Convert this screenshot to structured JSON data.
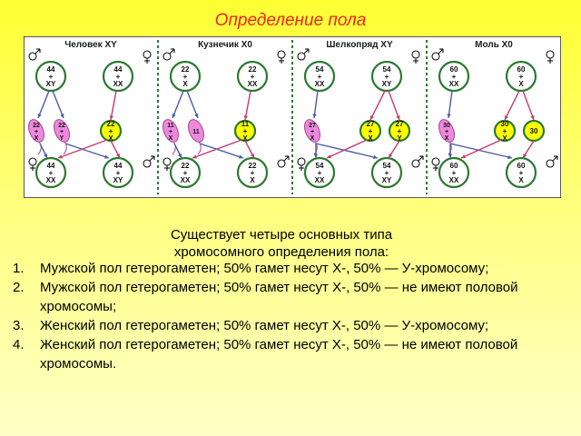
{
  "slide": {
    "title": "Определение пола"
  },
  "colors": {
    "title": "#e8261c",
    "panel_bg": "#ffffff",
    "sperm": "#ee88dd",
    "egg": "#ffff00",
    "cell_border": "#2b7a30",
    "male_arrow": "#4a5ba8",
    "female_arrow": "#c83a6a"
  },
  "diagram": {
    "panels": [
      {
        "title": "Человек XY",
        "parents": [
          "44\n+\nXY",
          "44\n+\nXX"
        ],
        "sperm": [
          "22\n+\nX",
          "22\n+\nY"
        ],
        "egg": "22\n+\nX",
        "offspring": [
          "44\n+\nXX",
          "44\n+\nXY"
        ]
      },
      {
        "title": "Кузнечик X0",
        "parents": [
          "22\n+\nX",
          "22\n+\nXX"
        ],
        "sperm": [
          "11\n+\nX",
          "11"
        ],
        "egg": "11\n+\nX",
        "offspring": [
          "22\n+\nXX",
          "22\n+\nX"
        ]
      },
      {
        "title": "Шелкопряд XY",
        "parents": [
          "54\n+\nXX",
          "54\n+\nXY"
        ],
        "sperm": [
          "27\n+\nX"
        ],
        "egg": [
          "27\n+\nX",
          "27\n+\nY"
        ],
        "offspring": [
          "54\n+\nXX",
          "54\n+\nXY"
        ]
      },
      {
        "title": "Моль X0",
        "parents": [
          "60\n+\nXX",
          "60\n+\nX"
        ],
        "sperm": [
          "30\n+\nX"
        ],
        "egg": [
          "30\n+\nX",
          "30"
        ],
        "offspring": [
          "60\n+\nXX",
          "60\n+\nX"
        ]
      }
    ]
  },
  "caption": {
    "line1": "Существует четыре основных типа",
    "line2": "хромосомного определения пола:"
  },
  "types": [
    {
      "num": "1.",
      "text": "Мужской пол гетерогаметен; 50% гамет несут Х-, 50% — У-хромосому;"
    },
    {
      "num": "2.",
      "text": "Мужской пол гетерогаметен; 50% гамет несут Х-, 50% — не имеют половой хромосомы;"
    },
    {
      "num": "3.",
      "text": "Женский пол гетерогаметен; 50% гамет несут Х-, 50% — У-хромосому;"
    },
    {
      "num": "4.",
      "text": "Женский пол гетерогаметен; 50% гамет несут Х-, 50% — не имеют половой хромосомы."
    }
  ]
}
